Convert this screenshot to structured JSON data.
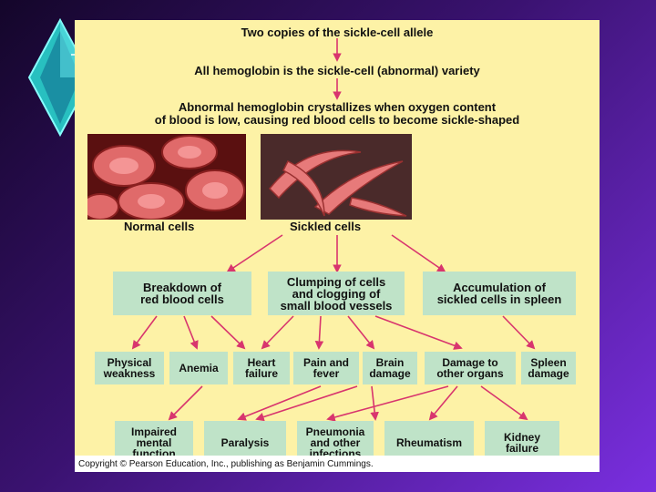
{
  "colors": {
    "panel_bg": "#fdf2a6",
    "box_bg": "#bfe3c8",
    "arrow": "#d8356e",
    "slide_bg": "#3a1270"
  },
  "title": {
    "line1": "Two copies of the sickle-cell allele",
    "line2": "All hemoglobin is the sickle-cell (abnormal) variety",
    "line3": "Abnormal hemoglobin crystallizes when oxygen content",
    "line4": "of blood is low, causing red blood cells to become sickle-shaped"
  },
  "photos": {
    "normal_label": "Normal cells",
    "sickled_label": "Sickled cells"
  },
  "effects_row1": [
    "Breakdown of\nred blood cells",
    "Clumping of cells\nand clogging of\nsmall blood vessels",
    "Accumulation of\nsickled cells in spleen"
  ],
  "effects_row2": [
    "Physical\nweakness",
    "Anemia",
    "Heart\nfailure",
    "Pain and\nfever",
    "Brain\ndamage",
    "Damage to\nother organs",
    "Spleen\ndamage"
  ],
  "effects_row3": [
    "Impaired\nmental\nfunction",
    "Paralysis",
    "Pneumonia\nand other\ninfections",
    "Rheumatism",
    "Kidney\nfailure"
  ],
  "copyright": "Copyright © Pearson Education, Inc., publishing as Benjamin Cummings."
}
